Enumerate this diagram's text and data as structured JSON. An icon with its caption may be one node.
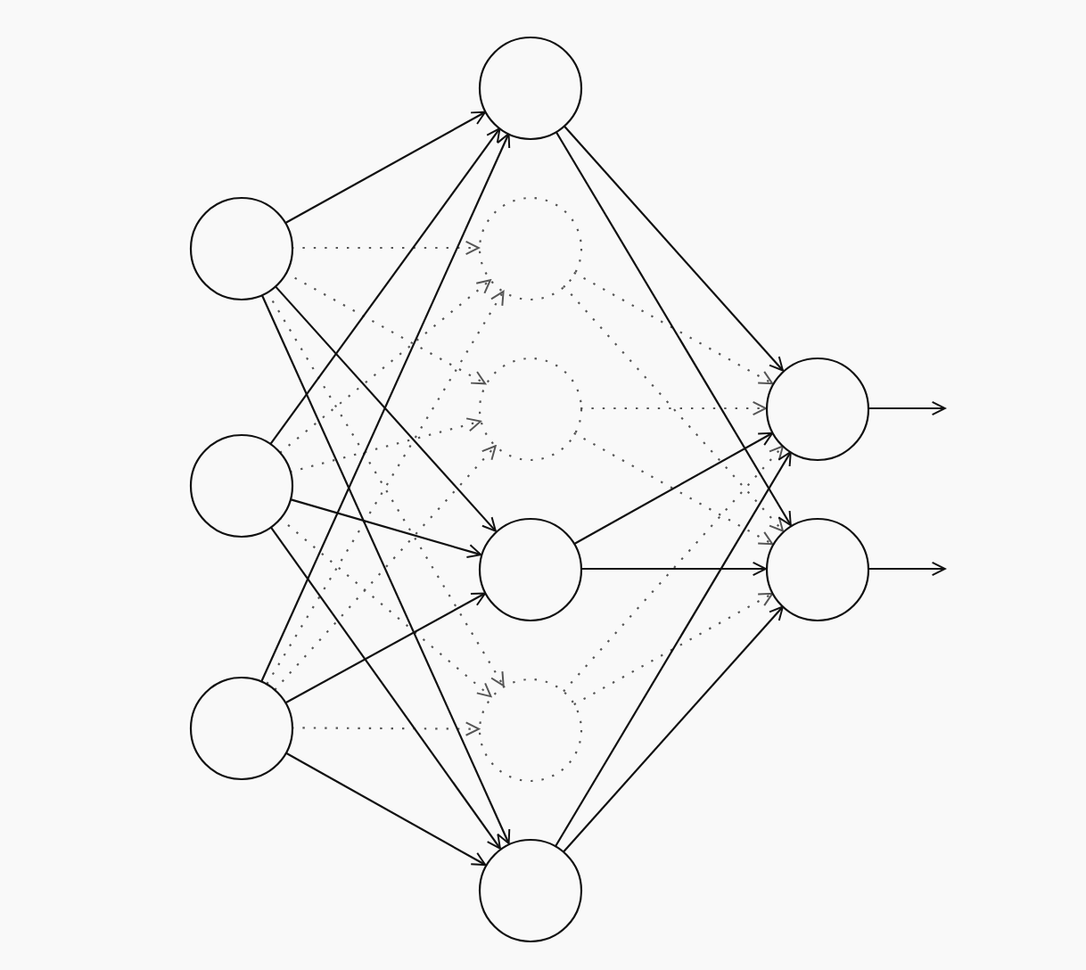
{
  "diagram": {
    "nodes": [
      {
        "text": [],
        "shape": "circle"
      },
      {
        "text": [],
        "shape": "circle"
      },
      {
        "text": [],
        "shape": "circle"
      },
      {
        "text": [],
        "shape": "circle"
      },
      {
        "text": [],
        "shape": "circle"
      },
      {
        "text": [],
        "shape": "circle"
      },
      {
        "text": [],
        "shape": "circle"
      },
      {
        "text": [],
        "shape": "circle"
      },
      {
        "text": [],
        "shape": "circle"
      },
      {
        "text": [],
        "shape": "circle"
      },
      {
        "text": [],
        "shape": "circle"
      }
    ],
    "edges": [
      {
        "from": 0,
        "to": 3,
        "arrow": "to"
      },
      {
        "from": 0,
        "to": 4,
        "arrow": "to",
        "style": "dashed"
      },
      {
        "from": 0,
        "to": 5,
        "arrow": "to",
        "style": "dashed"
      },
      {
        "from": 0,
        "to": 6,
        "arrow": "to"
      },
      {
        "from": 0,
        "to": 7,
        "arrow": "to",
        "style": "dashed"
      },
      {
        "from": 0,
        "to": 8,
        "arrow": "to"
      },
      {
        "from": 1,
        "to": 3,
        "arrow": "to"
      },
      {
        "from": 1,
        "to": 4,
        "arrow": "to",
        "style": "dashed"
      },
      {
        "from": 1,
        "to": 5,
        "arrow": "to",
        "style": "dashed"
      },
      {
        "from": 1,
        "to": 6,
        "arrow": "to"
      },
      {
        "from": 1,
        "to": 7,
        "arrow": "to",
        "style": "dashed"
      },
      {
        "from": 1,
        "to": 8,
        "arrow": "to"
      },
      {
        "from": 2,
        "to": 3,
        "arrow": "to"
      },
      {
        "from": 2,
        "to": 4,
        "arrow": "to",
        "style": "dashed"
      },
      {
        "from": 2,
        "to": 5,
        "arrow": "to",
        "style": "dashed"
      },
      {
        "from": 2,
        "to": 6,
        "arrow": "to"
      },
      {
        "from": 2,
        "to": 7,
        "arrow": "to",
        "style": "dashed"
      },
      {
        "from": 2,
        "to": 8,
        "arrow": "to"
      },
      {
        "from": 3,
        "to": 9,
        "arrow": "to"
      },
      {
        "from": 3,
        "to": 10,
        "arrow": "to"
      },
      {
        "from": 4,
        "to": 9,
        "arrow": "to",
        "style": "dashed"
      },
      {
        "from": 4,
        "to": 10,
        "arrow": "to",
        "style": "dashed"
      },
      {
        "from": 5,
        "to": 9,
        "arrow": "to",
        "style": "dashed"
      },
      {
        "from": 5,
        "to": 10,
        "arrow": "to",
        "style": "dashed"
      },
      {
        "from": 6,
        "to": 9,
        "arrow": "to"
      },
      {
        "from": 6,
        "to": 10,
        "arrow": "to"
      },
      {
        "from": 7,
        "to": 9,
        "arrow": "to",
        "style": "dashed"
      },
      {
        "from": 7,
        "to": 10,
        "arrow": "to",
        "style": "dashed"
      },
      {
        "from": 8,
        "to": 9,
        "arrow": "to"
      },
      {
        "from": 8,
        "to": 10,
        "arrow": "to"
      },
      {
        "from": 9,
        "to": null,
        "arrow": "to"
      },
      {
        "from": 10,
        "to": null,
        "arrow": "to"
      }
    ]
  }
}
